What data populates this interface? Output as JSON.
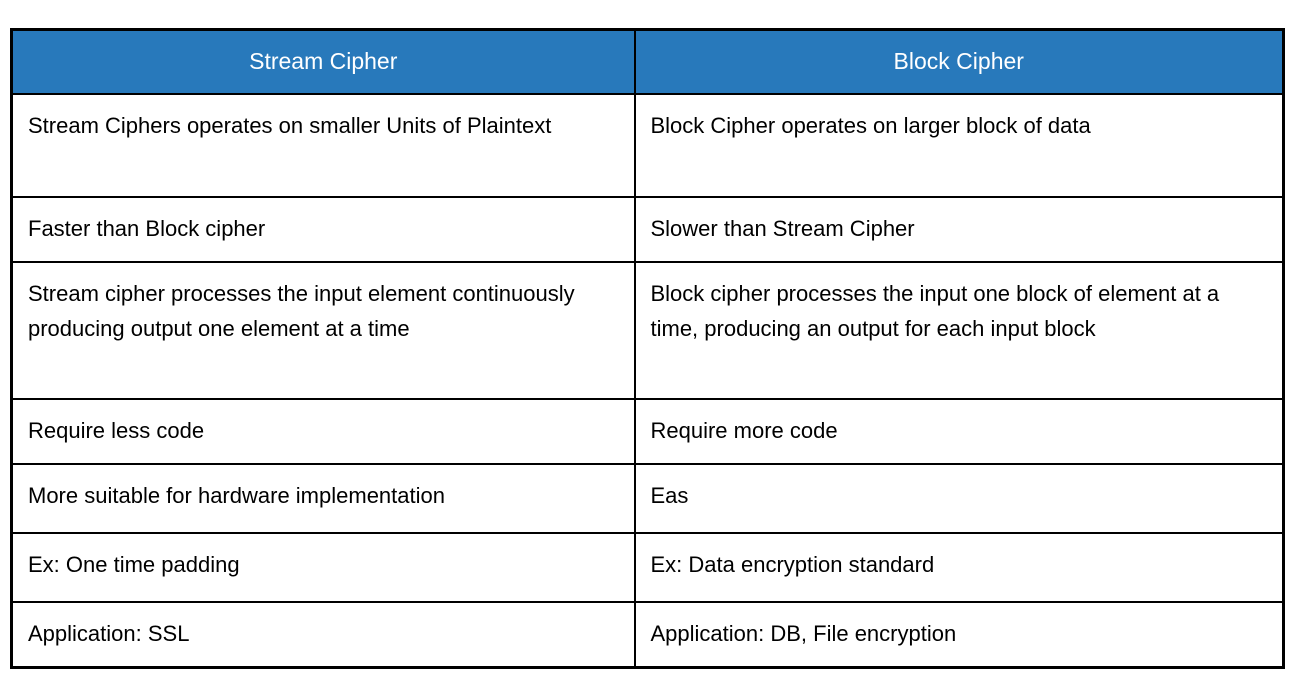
{
  "colors": {
    "header_bg": "#2879BB",
    "header_fg": "#FFFFFF",
    "border": "#000000"
  },
  "table": {
    "columns": [
      {
        "header": "Stream Cipher"
      },
      {
        "header": "Block Cipher"
      }
    ],
    "rows": [
      {
        "stream": "Stream Ciphers operates on smaller Units of Plaintext",
        "block": "Block Cipher operates on larger block of data"
      },
      {
        "stream": "Faster than Block cipher",
        "block": "Slower than Stream Cipher"
      },
      {
        "stream": "Stream cipher processes the input element continuously producing output one element at a time",
        "block": "Block cipher processes the input one block of element at a time, producing an output for each input block"
      },
      {
        "stream": "Require less code",
        "block": "Require more code"
      },
      {
        "stream": "More suitable for hardware implementation",
        "block": "Eas"
      },
      {
        "stream": "Ex: One time padding",
        "block": "Ex: Data encryption standard"
      },
      {
        "stream": "Application: SSL",
        "block": "Application: DB, File encryption"
      }
    ]
  }
}
